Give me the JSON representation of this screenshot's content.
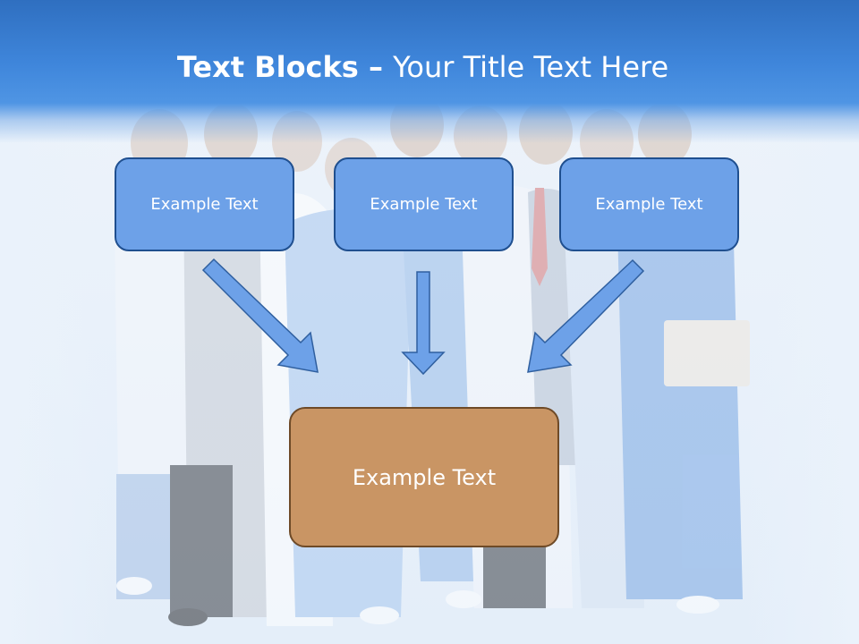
{
  "slide": {
    "title_strong": "Text Blocks",
    "title_separator": " – ",
    "title_rest": "Your Title Text Here"
  },
  "diagram": {
    "top_boxes": [
      {
        "label": "Example Text"
      },
      {
        "label": "Example Text"
      },
      {
        "label": "Example Text"
      }
    ],
    "target_box": {
      "label": "Example Text"
    }
  },
  "colors": {
    "title_bar": "#3f86db",
    "top_box_fill": "#6da1e8",
    "top_box_border": "#1f4f8f",
    "target_box_fill": "#c99564",
    "target_box_border": "#6e4a27",
    "arrow_fill": "#6da1e8",
    "arrow_stroke": "#2f5f9f"
  },
  "background": {
    "subject": "medical-team-photo"
  }
}
